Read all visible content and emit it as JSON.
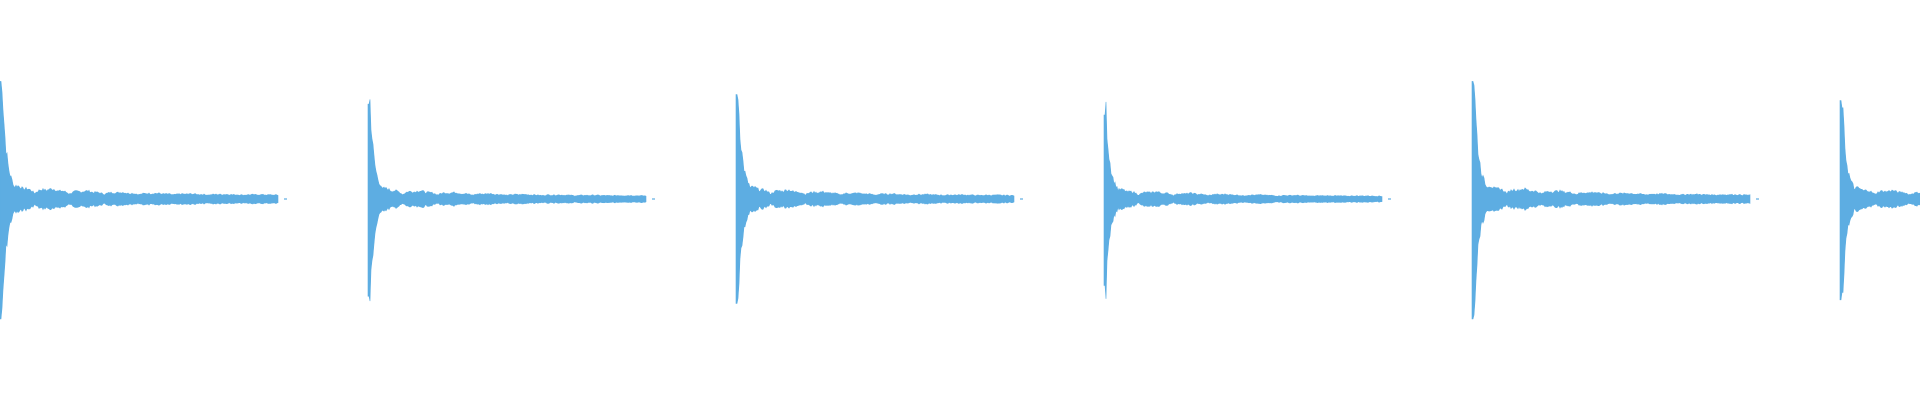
{
  "waveform": {
    "color": "#5dade2",
    "background": "#ffffff",
    "pulse_count": 6,
    "pulses": [
      {
        "peak": 0.98,
        "trough": 1.0
      },
      {
        "peak": 0.79,
        "trough": 0.81
      },
      {
        "peak": 0.87,
        "trough": 0.87
      },
      {
        "peak": 0.7,
        "trough": 0.72
      },
      {
        "peak": 0.98,
        "trough": 1.0
      },
      {
        "peak": 0.82,
        "trough": 0.84
      }
    ],
    "last_pulse_truncated": true
  }
}
